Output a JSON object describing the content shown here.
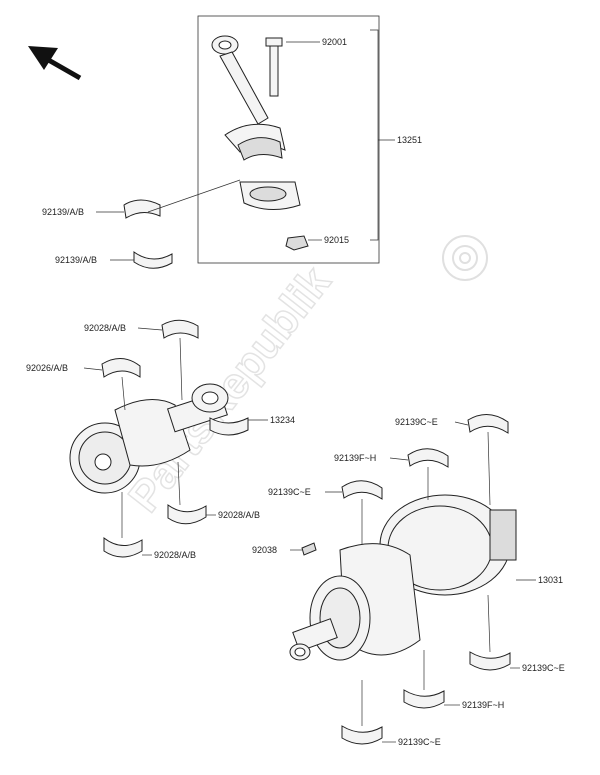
{
  "watermark": "PartsRepublik",
  "labels": {
    "p92001": "92001",
    "p13251": "13251",
    "p92139ab_1": "92139/A/B",
    "p92139ab_2": "92139/A/B",
    "p92015": "92015",
    "p92028ab_1": "92028/A/B",
    "p92026ab": "92026/A/B",
    "p13234": "13234",
    "p92028ab_2": "92028/A/B",
    "p92028ab_3": "92028/A/B",
    "p92139ce_1": "92139C~E",
    "p92139fh_1": "92139F~H",
    "p92139ce_2": "92139C~E",
    "p92038": "92038",
    "p13031": "13031",
    "p92139ce_3": "92139C~E",
    "p92139fh_2": "92139F~H",
    "p92139ce_4": "92139C~E"
  },
  "icons": [
    "direction-arrow-icon",
    "gear-logo-icon"
  ]
}
